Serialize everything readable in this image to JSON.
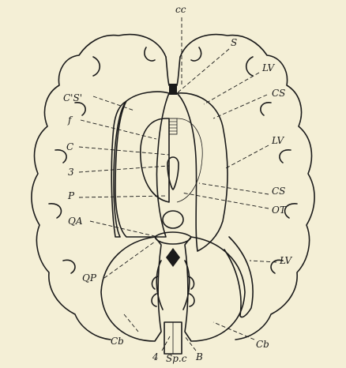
{
  "labels": {
    "cc": "cc",
    "s": "S",
    "lv1": "LV",
    "cs1": "CS",
    "css": "C'S'",
    "f": "f",
    "c": "C",
    "three": "3",
    "p": "P",
    "lv2": "LV",
    "cs2": "CS",
    "ot": "OT",
    "qa": "QA",
    "lv3": "LV",
    "qp": "QP",
    "cb_left": "Cb",
    "four": "4",
    "spc": "Sp.c",
    "b": "B",
    "cb_right": "Cb"
  }
}
